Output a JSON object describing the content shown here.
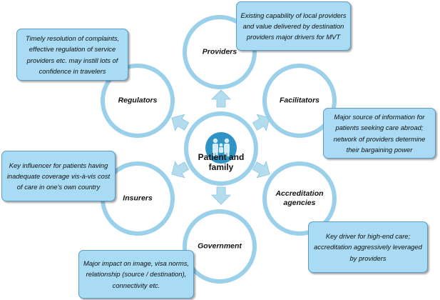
{
  "center": {
    "title": "Patient and family"
  },
  "nodes": {
    "providers": "Providers",
    "facilitators": "Facilitators",
    "accreditation": "Accreditation agencies",
    "government": "Government",
    "insurers": "Insurers",
    "regulators": "Regulators"
  },
  "callouts": {
    "providers": "Existing capability of local providers and value delivered by destination providers major drivers for MVT",
    "facilitators": "Major source of information for patients seeking care abroad; network of providers determine their bargaining power",
    "accreditation": "Key driver for high-end care; accreditation aggressively leveraged by providers",
    "government": "Major impact on image, visa norms, relationship (source / destination), connectivity etc.",
    "insurers": "Key influencer for patients having inadequate coverage vis-à-vis cost of care in one's own country",
    "regulators": "Timely resolution of complaints, effective regulation of service providers etc. may instill lots of confidence in travelers"
  },
  "colors": {
    "ring": "#9ad0ea",
    "arrow": "#b3dcef",
    "center_icon": "#2f93c4",
    "callout_fill": "#a9dcf4",
    "callout_border": "#5a9cc4"
  },
  "icons": {
    "center": "family-people-icon"
  }
}
